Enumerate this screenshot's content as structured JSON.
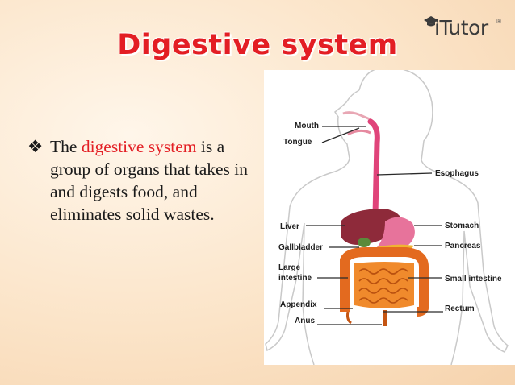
{
  "logo": {
    "brand": "iTutor",
    "mark": "®"
  },
  "slide": {
    "title": "Digestive system",
    "bullet_mark": "❖",
    "bullet_pre": "The ",
    "bullet_highlight": "digestive system",
    "bullet_post": " is a group of organs that takes in and digests food, and eliminates solid wastes."
  },
  "colors": {
    "title": "#e31e24",
    "highlight": "#e31e24",
    "text": "#1a1a1a"
  },
  "diagram": {
    "labels": {
      "mouth": "Mouth",
      "tongue": "Tongue",
      "esophagus": "Esophagus",
      "liver": "Liver",
      "stomach": "Stomach",
      "gallbladder": "Gallbladder",
      "pancreas": "Pancreas",
      "large_intestine_1": "Large",
      "large_intestine_2": "intestine",
      "small_intestine": "Small intestine",
      "appendix": "Appendix",
      "rectum": "Rectum",
      "anus": "Anus"
    }
  }
}
